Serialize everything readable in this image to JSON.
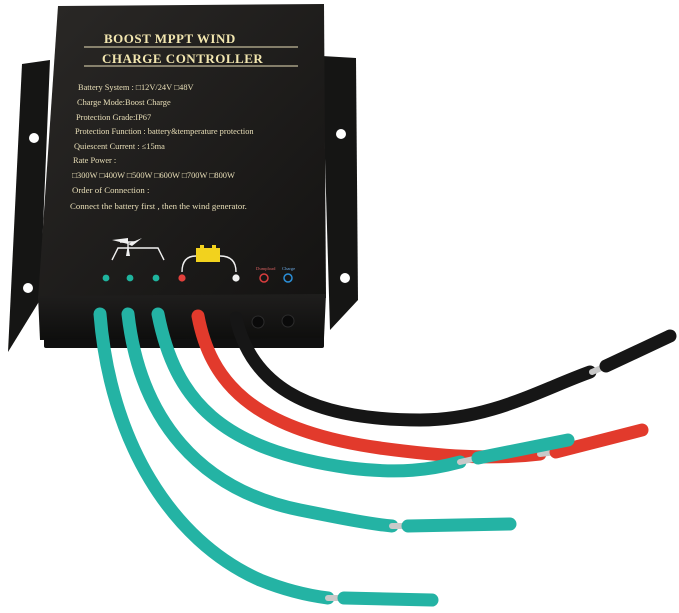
{
  "panel": {
    "title_line1": "BOOST MPPT  WIND",
    "title_line2": "CHARGE CONTROLLER",
    "battery_system": "Battery System : □12V/24V   □48V",
    "charge_mode": "Charge Mode:Boost Charge",
    "protection_grade": "Protection Grade:IP67",
    "protection_function": "Protection Function : battery&temperature protection",
    "quiescent_current": "Quiescent Current : ≤15ma",
    "rate_power_label": "Rate Power :",
    "rate_power_options": "□300W  □400W  □500W  □600W  □700W  □800W",
    "order_label": "Order of Connection :",
    "order_text": "Connect the battery first ,  then the wind generator.",
    "indicator_dumpload": "Dumpload",
    "indicator_charge": "Charge"
  },
  "colors": {
    "housing": "#1b1a19",
    "panel_text": "#e9dfb8",
    "wire_teal": "#24b3a4",
    "wire_red": "#e23a2c",
    "wire_black": "#161616"
  }
}
